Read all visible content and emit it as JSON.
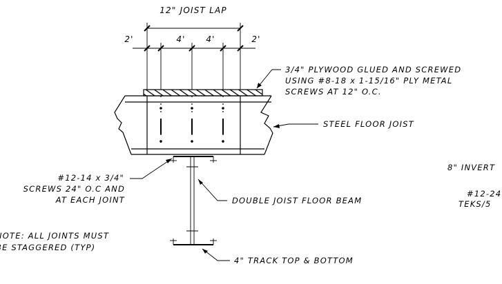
{
  "dimensions": {
    "overall": "12\" JOIST LAP",
    "left_edge": "2'",
    "right_edge": "2'",
    "spacing_left": "4'",
    "spacing_right": "4'"
  },
  "callouts": {
    "plywood": [
      "3/4\" PLYWOOD GLUED AND SCREWED",
      "USING #8-18 x 1-15/16\" PLY METAL",
      "SCREWS AT 12\" O.C."
    ],
    "steel_joist": "STEEL FLOOR JOIST",
    "screws": [
      "#12-14 x 3/4\"",
      "SCREWS 24\" O.C AND",
      "AT EACH JOINT"
    ],
    "floor_beam": "DOUBLE JOIST FLOOR BEAM",
    "track": "4\" TRACK TOP & BOTTOM",
    "note": [
      "NOTE: ALL JOINTS MUST",
      "BE STAGGERED (TYP)"
    ],
    "cropped_right_1": "8\" INVERT",
    "cropped_right_2": "#12-24",
    "cropped_right_3": "TEKS/5"
  }
}
